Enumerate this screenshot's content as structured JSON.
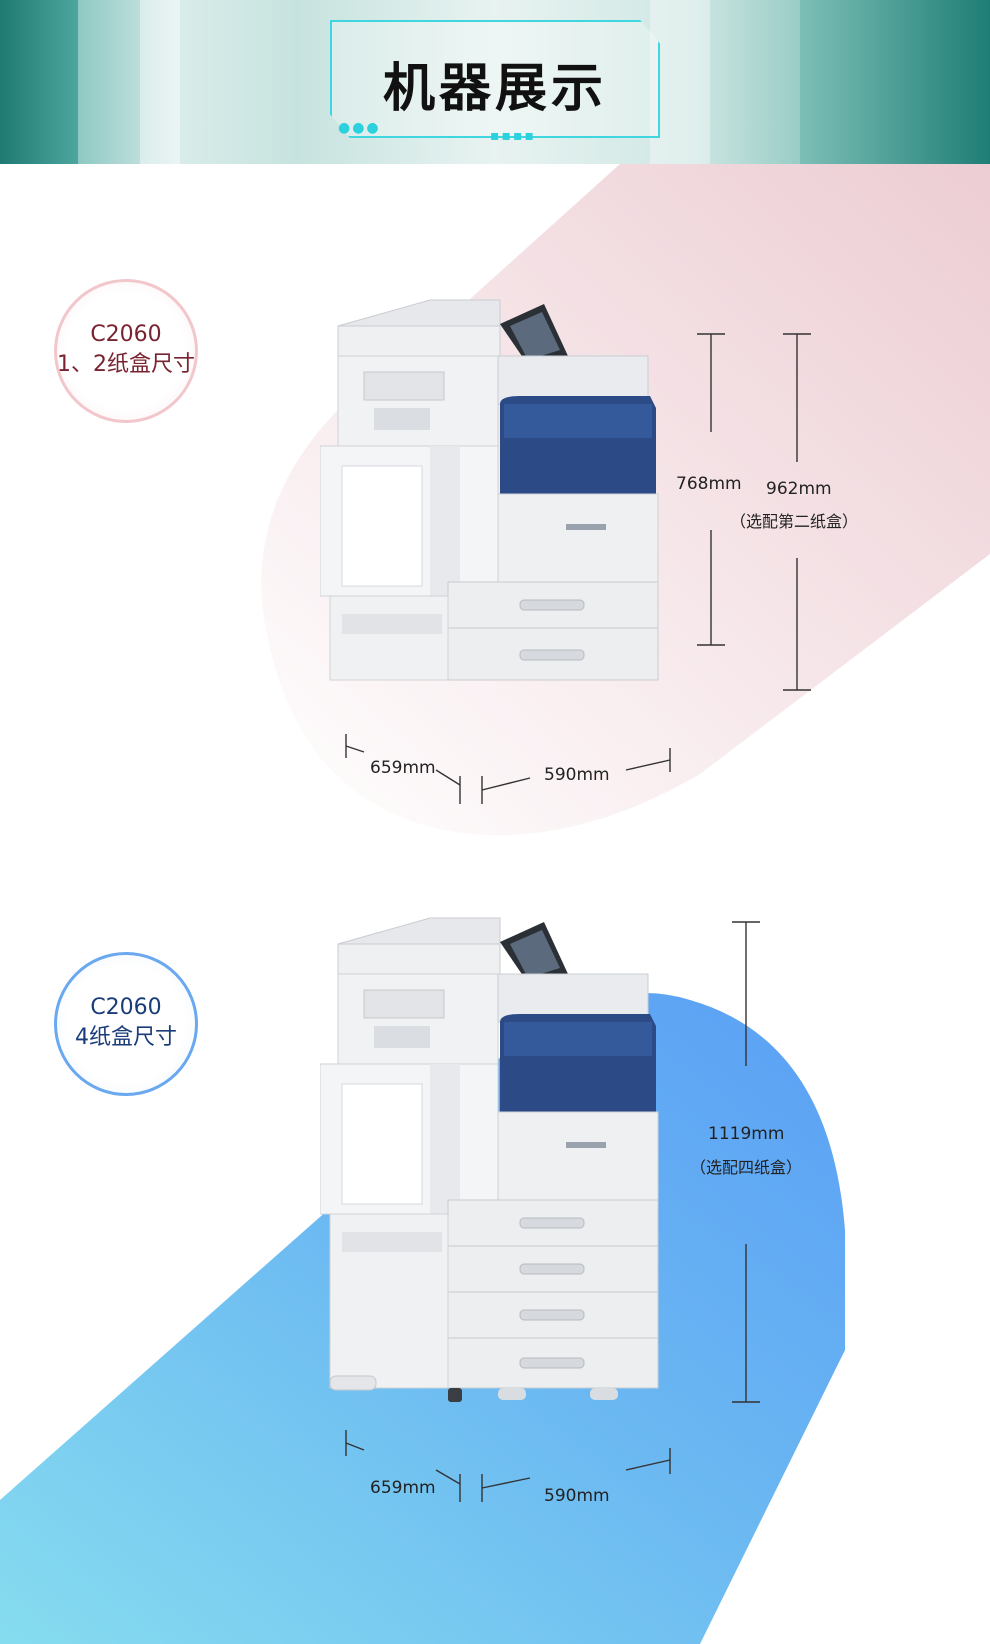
{
  "banner": {
    "title": "机器展示"
  },
  "section1": {
    "model": "C2060",
    "subtitle": "1、2纸盒尺寸",
    "height_a": "768mm",
    "height_b": "962mm",
    "height_b_note": "（选配第二纸盒）",
    "depth": "659mm",
    "width": "590mm"
  },
  "section2": {
    "model": "C2060",
    "subtitle": "4纸盒尺寸",
    "height": "1119mm",
    "height_note": "（选配四纸盒）",
    "depth": "659mm",
    "width": "590mm"
  },
  "colors": {
    "pink_accent": "#f2c7cc",
    "blue_accent": "#6aa8ef",
    "printer_blue": "#2b4a86",
    "title_frame": "#3fd6e0"
  }
}
